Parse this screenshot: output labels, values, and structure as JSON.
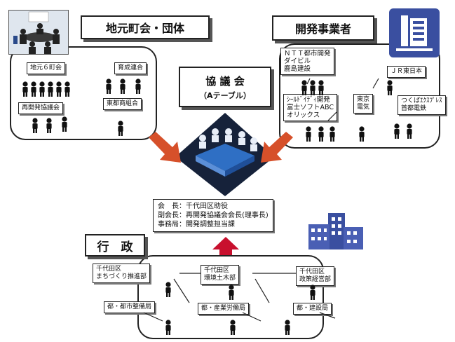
{
  "groups": {
    "local": {
      "title": "地元町会・団体",
      "members": [
        "地元６町会",
        "育成連合",
        "再開発協議会",
        "東都商組合"
      ]
    },
    "developers": {
      "title": "開発事業者",
      "members": [
        [
          "ＮＴＴ都市開発",
          "ダイビル",
          "鹿島建設"
        ],
        [
          "ｼｰﾙﾄﾞｲﾃﾞｨ開発",
          "富士ソフトABC",
          "オリックス"
        ],
        [
          "ＪＲ東日本"
        ],
        [
          "東京",
          "電気"
        ],
        [
          "つくばｴｸｽﾌﾟﾚｽ",
          "首都電鉄"
        ]
      ]
    },
    "government": {
      "title": "行　政",
      "members": [
        [
          "千代田区",
          "まちづくり推進部"
        ],
        [
          "千代田区",
          "環境土木部"
        ],
        [
          "千代田区",
          "政策経営部"
        ],
        [
          "都・都市整備局"
        ],
        [
          "都・産業労働局"
        ],
        [
          "都・建設局"
        ]
      ]
    }
  },
  "council": {
    "title": "協 議 会",
    "subtitle": "（Aテーブル）"
  },
  "officers": [
    "会　長：千代田区助役",
    "副会長：再開発協議会会長(理事長)",
    "事務局：開発調整担当課"
  ],
  "colors": {
    "arrow": "#d6502a",
    "table_blue": "#2f6fc4",
    "table_dark": "#16223a",
    "building_blue": "#3a4fa0"
  },
  "icons": [
    "meeting-photo-icon",
    "office-building-icon",
    "conference-table-icon",
    "government-building-icon",
    "person-icon"
  ]
}
